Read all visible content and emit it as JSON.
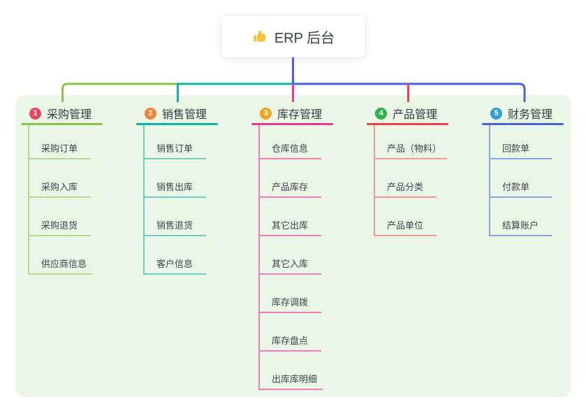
{
  "root": {
    "title": "ERP 后台",
    "icon": "thumbs-up-icon"
  },
  "colors": {
    "root_line": "#4a62d8",
    "panel_bg": "#eaf6e6",
    "card_bg": "#ffffff",
    "title_text": "#39404a",
    "thumb_icon": "#f5c242"
  },
  "branches": [
    {
      "num": "1",
      "label": "采购管理",
      "badge_color": "#e8475f",
      "line_color": "#8bc34a",
      "item_line_color": "#b5da90",
      "items": [
        "采购订单",
        "采购入库",
        "采购退货",
        "供应商信息"
      ]
    },
    {
      "num": "2",
      "label": "销售管理",
      "badge_color": "#f5813c",
      "line_color": "#12b2a2",
      "item_line_color": "#74ccc3",
      "items": [
        "销售订单",
        "销售出库",
        "销售退货",
        "客户信息"
      ]
    },
    {
      "num": "3",
      "label": "库存管理",
      "badge_color": "#f0a325",
      "line_color": "#e83a93",
      "item_line_color": "#f27ebd",
      "items": [
        "仓库信息",
        "产品库存",
        "其它出库",
        "其它入库",
        "库存调拨",
        "库存盘点",
        "出库库明细"
      ]
    },
    {
      "num": "4",
      "label": "产品管理",
      "badge_color": "#2fb34a",
      "line_color": "#f0414f",
      "item_line_color": "#f59a97",
      "items": [
        "产品（物料）",
        "产品分类",
        "产品单位"
      ]
    },
    {
      "num": "5",
      "label": "财务管理",
      "badge_color": "#2e9fd4",
      "line_color": "#4a62d8",
      "item_line_color": "#8ba4e8",
      "items": [
        "回款单",
        "付款单",
        "结算账户"
      ]
    }
  ]
}
